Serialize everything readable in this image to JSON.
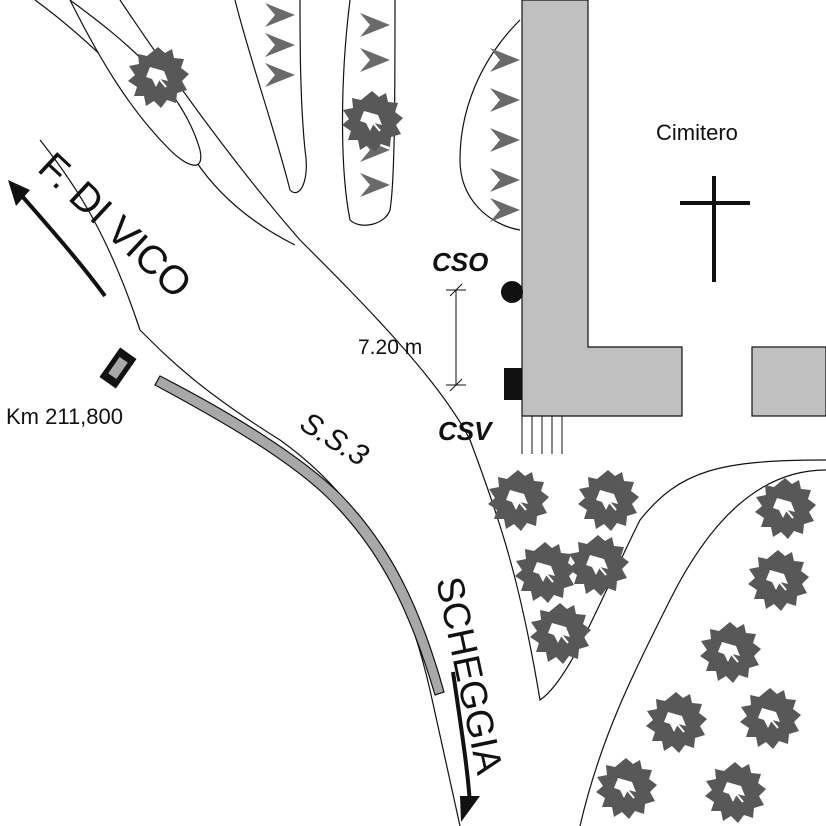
{
  "labels": {
    "cemetery": "Cimitero",
    "cso": "CSO",
    "csv": "CSV",
    "distance": "7.20 m",
    "road": "S.S.3",
    "km_marker": "Km 211,800",
    "direction_north": "F. DI VICO",
    "direction_south": "SCHEGGIA"
  },
  "colors": {
    "building": "#c0c0c0",
    "tree": "#585858",
    "guardrail": "#a8a8a8",
    "ink": "#111111"
  },
  "icons": {
    "cross": "cross-icon",
    "tree": "tree-icon",
    "km_marker": "milestone-icon",
    "cso_station": "circle-station-icon",
    "csv_station": "square-station-icon"
  }
}
